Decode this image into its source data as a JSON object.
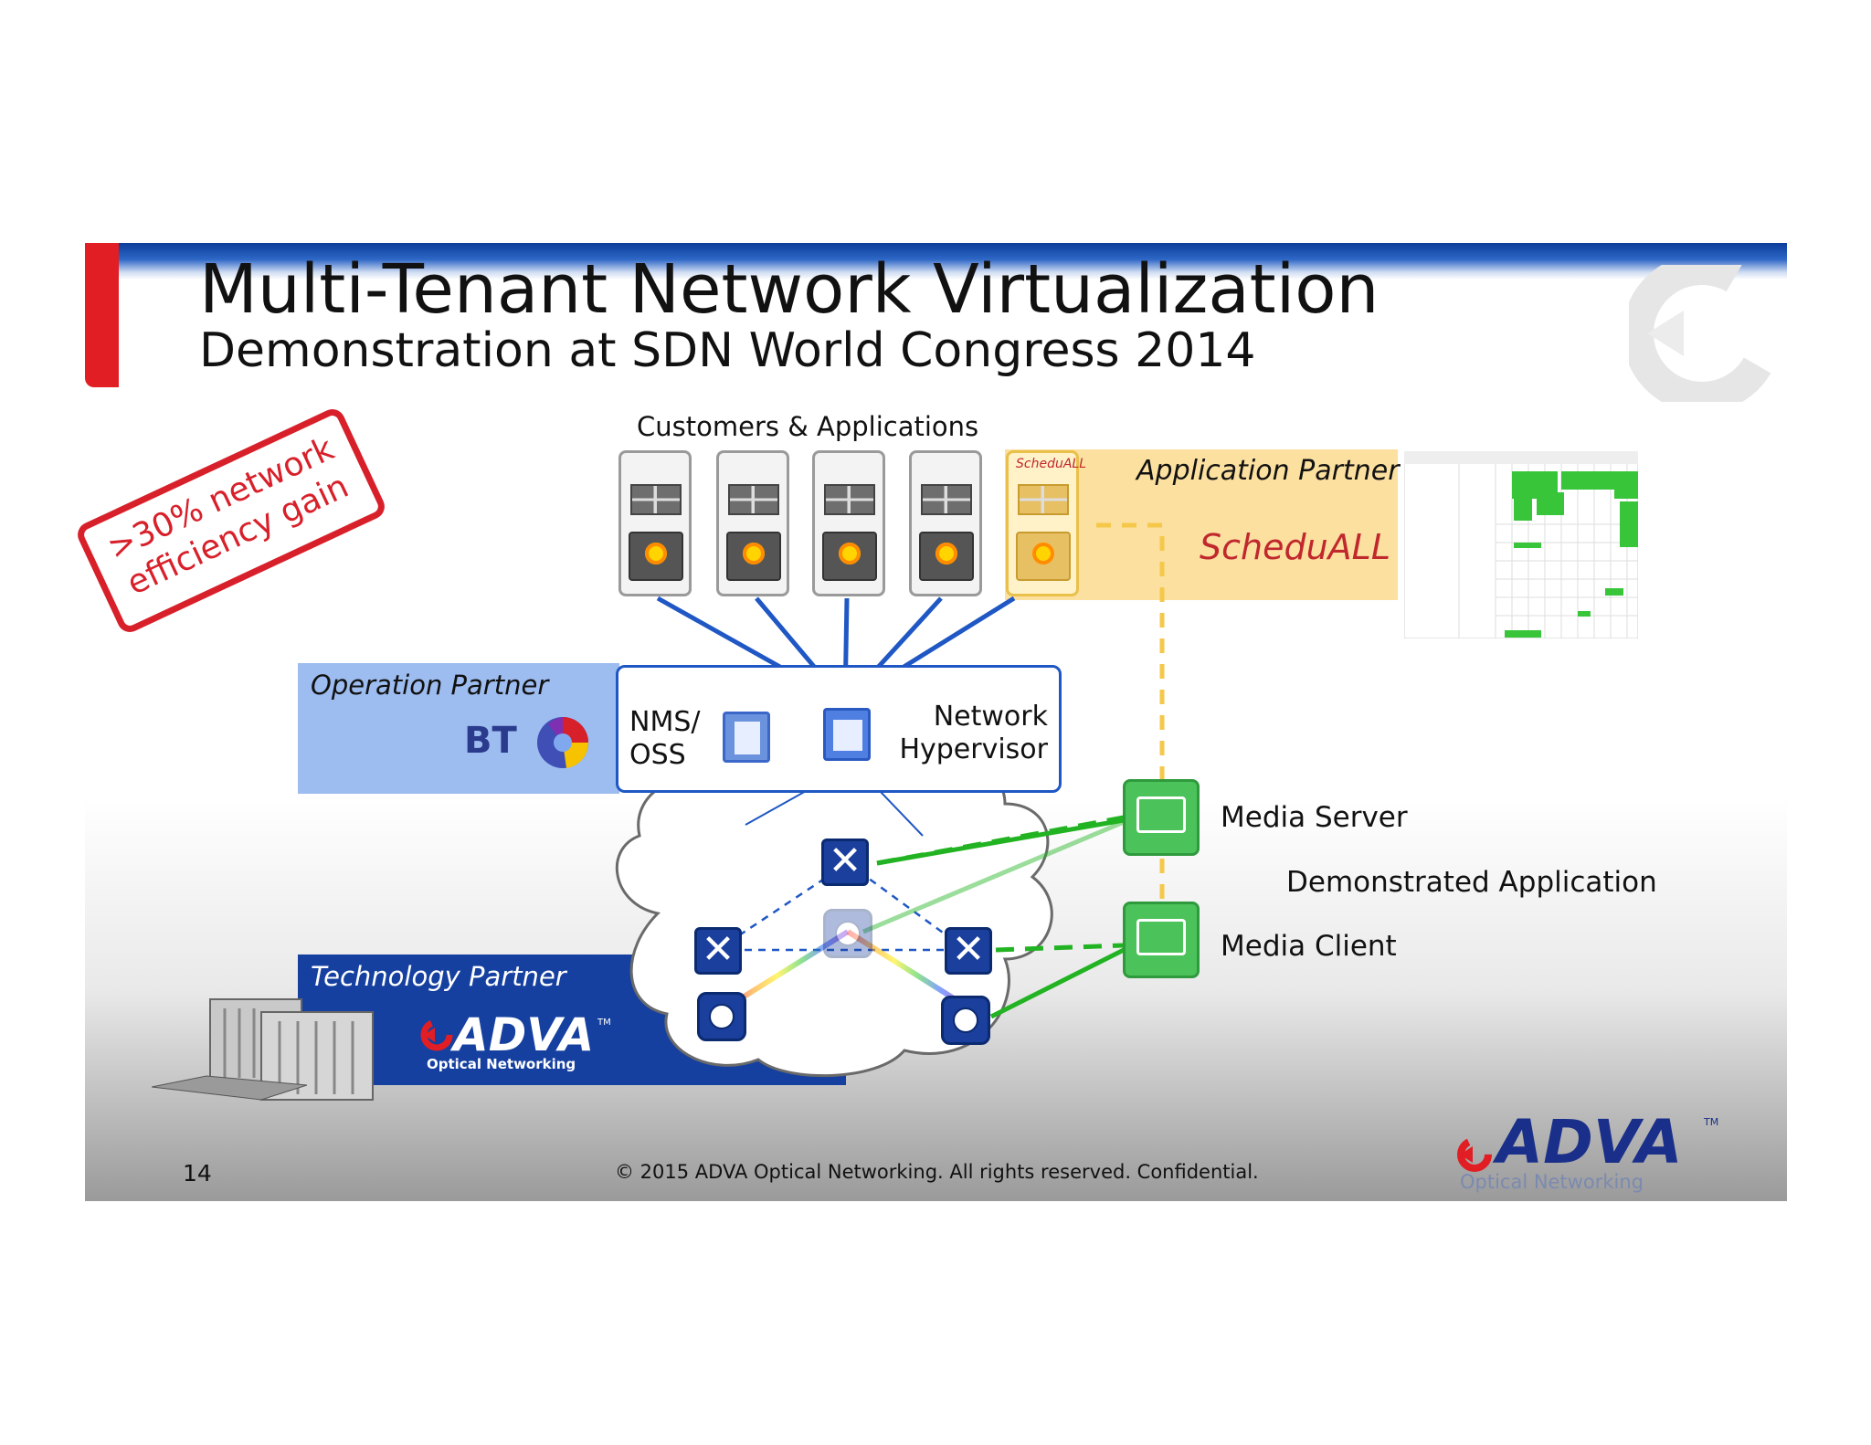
{
  "slide": {
    "title": "Multi-Tenant Network Virtualization",
    "subtitle": "Demonstration at SDN World Congress 2014",
    "page_number": "14",
    "copyright": "© 2015 ADVA Optical Networking. All rights reserved. Confidential."
  },
  "stamp": {
    "line1": ">30% network",
    "line2": "efficiency gain"
  },
  "diagram": {
    "customers_label": "Customers & Applications",
    "application_partner_label": "Application Partner",
    "operation_partner_label": "Operation Partner",
    "technology_partner_label": "Technology Partner",
    "nms_label_line1": "NMS/",
    "nms_label_line2": "OSS",
    "hypervisor_label_line1": "Network",
    "hypervisor_label_line2": "Hypervisor",
    "media_server_label": "Media Server",
    "media_client_label": "Media Client",
    "demonstrated_app_label": "Demonstrated Application"
  },
  "logos": {
    "scheduall_text": "ScheduALL",
    "scheduall_small": "ScheduALL",
    "bt_text": "BT",
    "adva_text": "ADVA",
    "adva_tagline": "Optical Networking",
    "adva_tm": "TM"
  },
  "colors": {
    "accent_blue": "#1f57c4",
    "accent_red": "#e01e24",
    "partner_blue": "#9dbcef",
    "partner_yellow": "#fbe0a0",
    "partner_navy": "#1640a0",
    "link_green": "#22b322"
  },
  "icons": [
    "app-grid-icon",
    "laptop-icon",
    "server-icon",
    "hypervisor-icon",
    "switch-icon",
    "roadm-icon",
    "media-server-icon",
    "media-client-icon",
    "bt-logo",
    "adva-logo",
    "scheduall-logo"
  ]
}
